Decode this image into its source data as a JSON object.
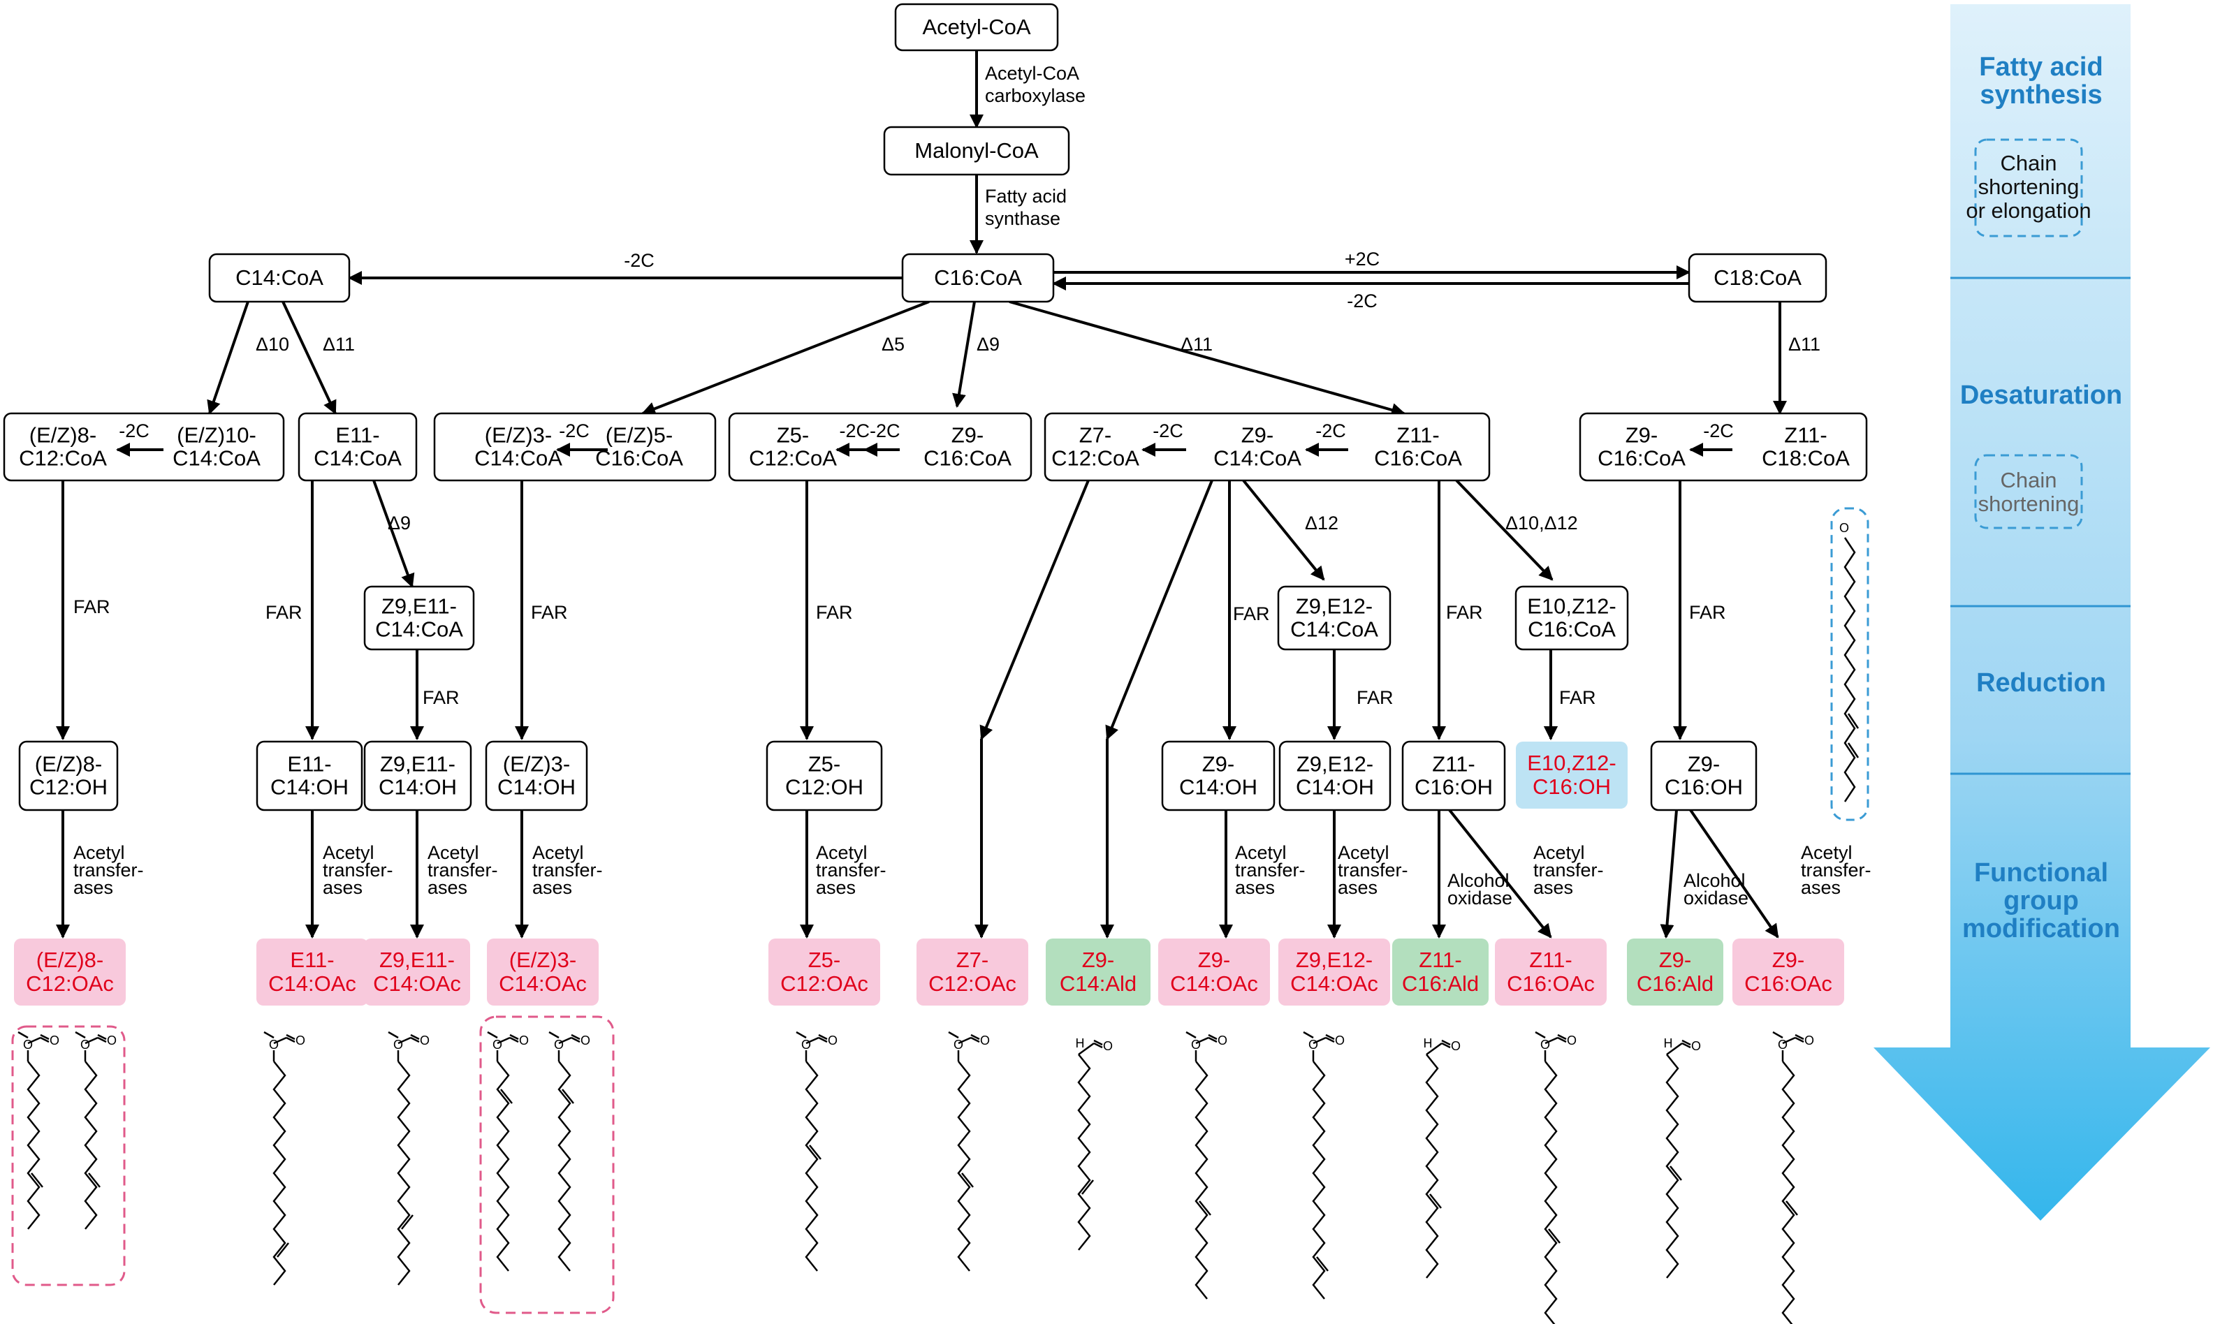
{
  "colors": {
    "product_text": "#e0001b",
    "acetate_fill": "#f8c9dc",
    "aldehyde_fill": "#b3dfbe",
    "alcohol_fill": "#bde3f4",
    "stage_text": "#1f7fc3",
    "dashed_pink": "#e05a8a",
    "dashed_blue": "#3a9bd4"
  },
  "nodes": [
    {
      "id": "acetyl_coa",
      "lines": [
        "Acetyl-CoA"
      ]
    },
    {
      "id": "malonyl_coa",
      "lines": [
        "Malonyl-CoA"
      ]
    },
    {
      "id": "c14_coa",
      "lines": [
        "C14:CoA"
      ]
    },
    {
      "id": "c16_coa",
      "lines": [
        "C16:CoA"
      ]
    },
    {
      "id": "c18_coa",
      "lines": [
        "C18:CoA"
      ]
    },
    {
      "id": "ez8_ez10",
      "lines": [
        "(E/Z)8-",
        "C12:CoA"
      ],
      "lines2": [
        "(E/Z)10-",
        "C14:CoA"
      ]
    },
    {
      "id": "e11_c14coa",
      "lines": [
        "E11-",
        "C14:CoA"
      ]
    },
    {
      "id": "ez3_ez5",
      "lines": [
        "(E/Z)3-",
        "C14:CoA"
      ],
      "lines2": [
        "(E/Z)5-",
        "C16:CoA"
      ]
    },
    {
      "id": "z5_z9",
      "lines": [
        "Z5-",
        "C12:CoA"
      ],
      "lines2": [
        "Z9-",
        "C16:CoA"
      ]
    },
    {
      "id": "z7_z9_z11",
      "lines": [
        "Z7-",
        "C12:CoA"
      ],
      "lines2": [
        "Z9-",
        "C14:CoA"
      ],
      "lines3": [
        "Z11-",
        "C16:CoA"
      ]
    },
    {
      "id": "z9_z11_c18",
      "lines": [
        "Z9-",
        "C16:CoA"
      ],
      "lines2": [
        "Z11-",
        "C18:CoA"
      ]
    },
    {
      "id": "z9e11_c14coa",
      "lines": [
        "Z9,E11-",
        "C14:CoA"
      ]
    },
    {
      "id": "z9e12_c14coa",
      "lines": [
        "Z9,E12-",
        "C14:CoA"
      ]
    },
    {
      "id": "e10z12_c16coa",
      "lines": [
        "E10,Z12-",
        "C16:CoA"
      ]
    },
    {
      "id": "ez8_c12oh",
      "lines": [
        "(E/Z)8-",
        "C12:OH"
      ]
    },
    {
      "id": "e11_c14oh",
      "lines": [
        "E11-",
        "C14:OH"
      ]
    },
    {
      "id": "z9e11_c14oh",
      "lines": [
        "Z9,E11-",
        "C14:OH"
      ]
    },
    {
      "id": "ez3_c14oh",
      "lines": [
        "(E/Z)3-",
        "C14:OH"
      ]
    },
    {
      "id": "z5_c12oh",
      "lines": [
        "Z5-",
        "C12:OH"
      ]
    },
    {
      "id": "z9_c14oh",
      "lines": [
        "Z9-",
        "C14:OH"
      ]
    },
    {
      "id": "z9e12_c14oh",
      "lines": [
        "Z9,E12-",
        "C14:OH"
      ]
    },
    {
      "id": "z11_c16oh",
      "lines": [
        "Z11-",
        "C16:OH"
      ]
    },
    {
      "id": "z9_c16oh",
      "lines": [
        "Z9-",
        "C16:OH"
      ]
    }
  ],
  "inner_arrow_labels": [
    "-2C",
    "-2C",
    "-2C-2C",
    "-2C",
    "-2C",
    "-2C"
  ],
  "edge_labels": {
    "acc": [
      "Acetyl-CoA",
      "carboxylase"
    ],
    "fas": [
      "Fatty acid",
      "synthase"
    ],
    "minus2c_left": "-2C",
    "plus2c": "+2C",
    "minus2c_right": "-2C",
    "d10": "Δ10",
    "d11_a": "Δ11",
    "d5": "Δ5",
    "d9_a": "Δ9",
    "d11_b": "Δ11",
    "d11_c": "Δ11",
    "d9_b": "Δ9",
    "d12": "Δ12",
    "d10d12": "Δ10,Δ12",
    "far": "FAR",
    "acetyl_transferases": [
      "Acetyl",
      "transfer-",
      "ases"
    ],
    "alcohol_oxidase": [
      "Alcohol",
      "oxidase"
    ]
  },
  "products": [
    {
      "lines": [
        "(E/Z)8-",
        "C12:OAc"
      ],
      "kind": "acetate"
    },
    {
      "lines": [
        "E11-",
        "C14:OAc"
      ],
      "kind": "acetate"
    },
    {
      "lines": [
        "Z9,E11-",
        "C14:OAc"
      ],
      "kind": "acetate"
    },
    {
      "lines": [
        "(E/Z)3-",
        "C14:OAc"
      ],
      "kind": "acetate"
    },
    {
      "lines": [
        "Z5-",
        "C12:OAc"
      ],
      "kind": "acetate"
    },
    {
      "lines": [
        "Z7-",
        "C12:OAc"
      ],
      "kind": "acetate"
    },
    {
      "lines": [
        "Z9-",
        "C14:Ald"
      ],
      "kind": "aldehyde"
    },
    {
      "lines": [
        "Z9-",
        "C14:OAc"
      ],
      "kind": "acetate"
    },
    {
      "lines": [
        "Z9,E12-",
        "C14:OAc"
      ],
      "kind": "acetate"
    },
    {
      "lines": [
        "Z11-",
        "C16:Ald"
      ],
      "kind": "aldehyde"
    },
    {
      "lines": [
        "Z11-",
        "C16:OAc"
      ],
      "kind": "acetate"
    },
    {
      "lines": [
        "Z9-",
        "C16:Ald"
      ],
      "kind": "aldehyde"
    },
    {
      "lines": [
        "Z9-",
        "C16:OAc"
      ],
      "kind": "acetate"
    },
    {
      "lines": [
        "E10,Z12-",
        "C16:OH"
      ],
      "kind": "alcohol"
    }
  ],
  "structure_atom_labels": {
    "oxygen": "O",
    "hydrogen": "H"
  },
  "stages": [
    {
      "lines": [
        "Fatty acid",
        "synthesis"
      ]
    },
    {
      "lines": [
        "Desaturation"
      ]
    },
    {
      "lines": [
        "Reduction"
      ]
    },
    {
      "lines": [
        "Functional",
        "group",
        "modification"
      ]
    }
  ],
  "stage_notes": {
    "chain_short_elong": [
      "Chain",
      "shortening",
      "or elongation"
    ],
    "chain_short": [
      "Chain",
      "shortening"
    ]
  }
}
